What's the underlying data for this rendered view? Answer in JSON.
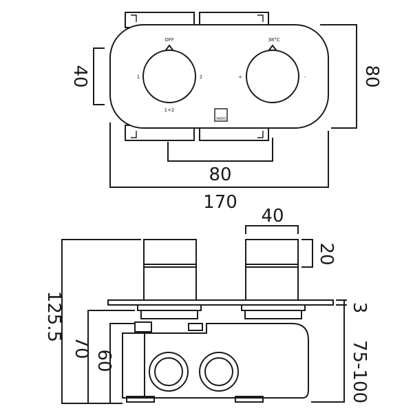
{
  "front_view": {
    "left_knob": {
      "top": "OFF",
      "left": "1",
      "right": "2",
      "bottom": "1+2"
    },
    "right_knob": {
      "top": "38°C",
      "left": "+",
      "right": "-"
    },
    "logo": "VADO"
  },
  "dimensions": {
    "plate_height": "40",
    "overall_height": "80",
    "knob_spacing": "80",
    "overall_width": "170",
    "handle_width": "40",
    "handle_height": "20",
    "overall_depth": "125.5",
    "plate_thickness": "3",
    "wall_depth_range": "75-100",
    "depth_70": "70",
    "depth_60": "60"
  }
}
